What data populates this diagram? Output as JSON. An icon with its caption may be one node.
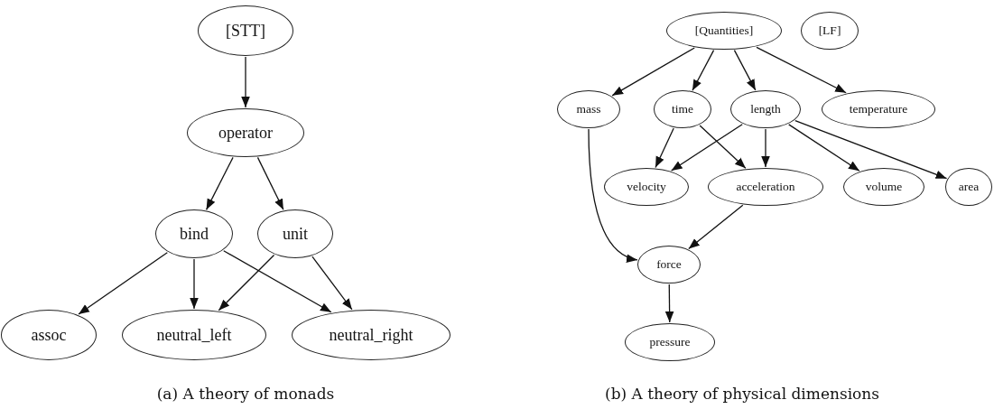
{
  "diagram": {
    "nodes": [
      {
        "text": [
          "[STT]"
        ]
      },
      {
        "text": [
          "operator"
        ]
      },
      {
        "text": [
          "bind"
        ]
      },
      {
        "text": [
          "unit"
        ]
      },
      {
        "text": [
          "assoc"
        ]
      },
      {
        "text": [
          "neutral_left"
        ]
      },
      {
        "text": [
          "neutral_right"
        ]
      },
      {
        "text": [
          "[Quantities]"
        ]
      },
      {
        "text": [
          "[LF]"
        ]
      },
      {
        "text": [
          "mass"
        ]
      },
      {
        "text": [
          "time"
        ]
      },
      {
        "text": [
          "length"
        ]
      },
      {
        "text": [
          "temperature"
        ]
      },
      {
        "text": [
          "velocity"
        ]
      },
      {
        "text": [
          "acceleration"
        ]
      },
      {
        "text": [
          "volume"
        ]
      },
      {
        "text": [
          "area"
        ]
      },
      {
        "text": [
          "force"
        ]
      },
      {
        "text": [
          "pressure"
        ]
      }
    ],
    "edges": [
      {
        "from": 0,
        "to": 1,
        "arrow": "to"
      },
      {
        "from": 1,
        "to": 2,
        "arrow": "to"
      },
      {
        "from": 1,
        "to": 3,
        "arrow": "to"
      },
      {
        "from": 2,
        "to": 4,
        "arrow": "to"
      },
      {
        "from": 2,
        "to": 5,
        "arrow": "to"
      },
      {
        "from": 2,
        "to": 6,
        "arrow": "to"
      },
      {
        "from": 3,
        "to": 5,
        "arrow": "to"
      },
      {
        "from": 3,
        "to": 6,
        "arrow": "to"
      },
      {
        "from": 7,
        "to": 9,
        "arrow": "to"
      },
      {
        "from": 7,
        "to": 10,
        "arrow": "to"
      },
      {
        "from": 7,
        "to": 11,
        "arrow": "to"
      },
      {
        "from": 7,
        "to": 12,
        "arrow": "to"
      },
      {
        "from": 10,
        "to": 13,
        "arrow": "to"
      },
      {
        "from": 10,
        "to": 14,
        "arrow": "to"
      },
      {
        "from": 11,
        "to": 13,
        "arrow": "to"
      },
      {
        "from": 11,
        "to": 14,
        "arrow": "to"
      },
      {
        "from": 11,
        "to": 15,
        "arrow": "to"
      },
      {
        "from": 11,
        "to": 16,
        "arrow": "to"
      },
      {
        "from": 9,
        "to": 17,
        "arrow": "to"
      },
      {
        "from": 14,
        "to": 17,
        "arrow": "to"
      },
      {
        "from": 17,
        "to": 18,
        "arrow": "to"
      }
    ],
    "labels": [
      "(a) A theory of monads",
      "(b) A theory of physical dimensions"
    ]
  }
}
